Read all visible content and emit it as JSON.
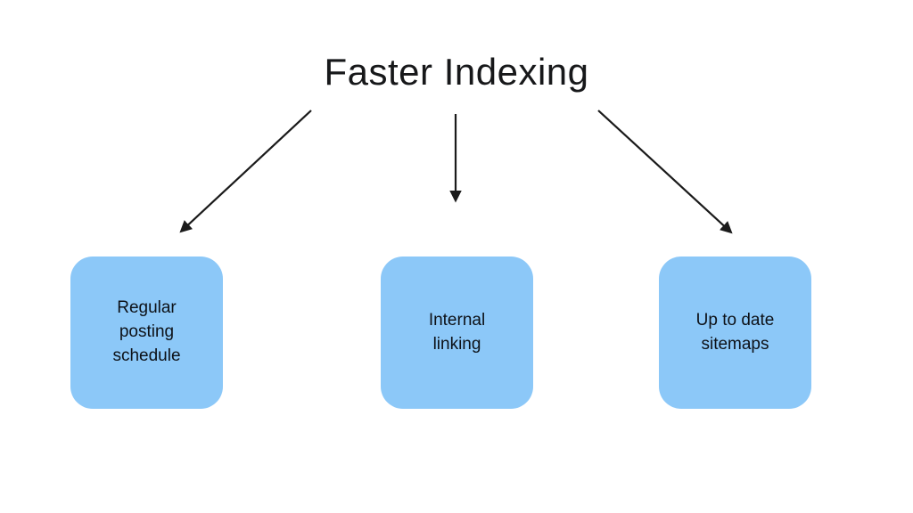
{
  "diagram": {
    "title": "Faster Indexing",
    "background_color": "#ffffff",
    "title_color": "#17181a",
    "node_fill_color": "#8cc8f8",
    "node_text_color": "#0d1117",
    "arrow_color": "#1a1a1a",
    "nodes": [
      {
        "id": "regular-posting-schedule",
        "label": "Regular\nposting\nschedule"
      },
      {
        "id": "internal-linking",
        "label": "Internal\nlinking"
      },
      {
        "id": "up-to-date-sitemaps",
        "label": "Up to date\nsitemaps"
      }
    ],
    "arrows": [
      {
        "id": "arrow-to-left-node",
        "from": "Faster Indexing",
        "to": "Regular posting schedule",
        "direction": "down-left"
      },
      {
        "id": "arrow-to-center-node",
        "from": "Faster Indexing",
        "to": "Internal linking",
        "direction": "down"
      },
      {
        "id": "arrow-to-right-node",
        "from": "Faster Indexing",
        "to": "Up to date sitemaps",
        "direction": "down-right"
      }
    ]
  }
}
